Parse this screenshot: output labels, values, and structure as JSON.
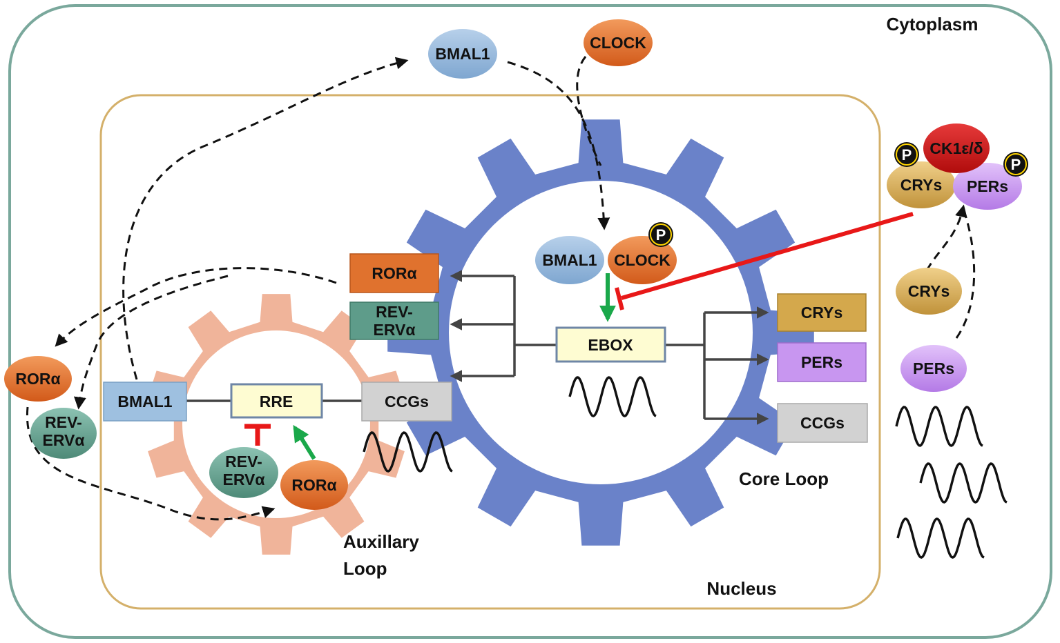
{
  "labels": {
    "cytoplasm": "Cytoplasm",
    "nucleus": "Nucleus",
    "core_loop": "Core Loop",
    "aux_loop_1": "Auxillary",
    "aux_loop_2": "Loop"
  },
  "cytoplasm_molecules": {
    "bmal1_top": "BMAL1",
    "clock_top": "CLOCK",
    "rora_left": "RORα",
    "reverb_left_1": "REV-",
    "reverb_left_2": "ERVα",
    "ck1": "CK1ε/δ",
    "crys_complex": "CRYs",
    "pers_complex": "PERs",
    "crys_single": "CRYs",
    "pers_single": "PERs",
    "phospho_a": "P",
    "phospho_b": "P"
  },
  "core_loop": {
    "bmal1": "BMAL1",
    "clock": "CLOCK",
    "phospho": "P",
    "ebox": "EBOX",
    "rora_box": "RORα",
    "reverb_box_1": "REV-",
    "reverb_box_2": "ERVα",
    "crys_box": "CRYs",
    "pers_box": "PERs",
    "ccgs_box": "CCGs"
  },
  "aux_loop": {
    "bmal1_box": "BMAL1",
    "rre": "RRE",
    "ccgs_box": "CCGs",
    "reverb_1": "REV-",
    "reverb_2": "ERVα",
    "rora": "RORα"
  },
  "colors": {
    "cytoplasm_border": "#7aa89c",
    "nucleus_border": "#d4b06a",
    "core_gear": "#6a82c9",
    "aux_gear": "#f0b49a",
    "orange_mol": "#e06e2c",
    "blue_mol": "#8fb2d8",
    "teal_mol": "#5e9c8a",
    "gold_mol": "#d4a84c",
    "purple_mol": "#c896f0",
    "ck1_red": "#cc1414",
    "inhibit_red": "#e81818",
    "activate_green": "#1aa84a",
    "box_yellow": "#fefcd2",
    "box_gray": "#d2d2d2",
    "box_lightblue": "#9ec0e0"
  }
}
